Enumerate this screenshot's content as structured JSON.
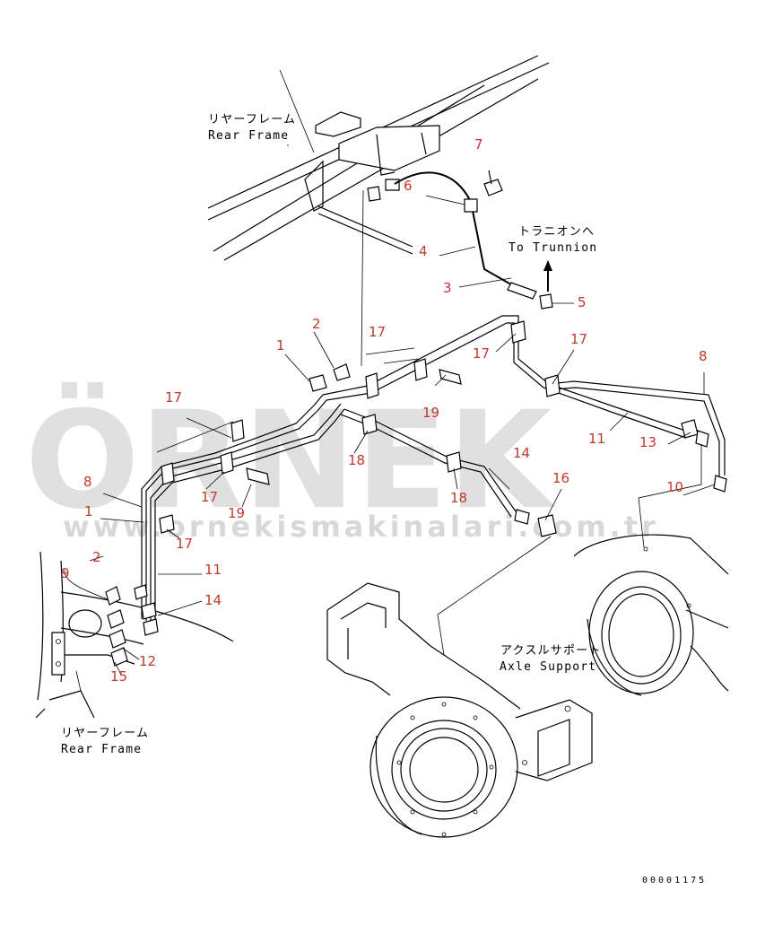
{
  "captions": {
    "rear_frame_top_jp": "リヤーフレーム",
    "rear_frame_top_en": "Rear Frame",
    "trunnion_jp": "トラニオンへ",
    "trunnion_en": "To Trunnion",
    "axle_support_jp": "アクスルサポート",
    "axle_support_en": "Axle Support",
    "rear_frame_bottom_jp": "リヤーフレーム",
    "rear_frame_bottom_en": "Rear Frame"
  },
  "part_labels": {
    "n1a": "1",
    "n1b": "1",
    "n2a": "2",
    "n2b": "2",
    "n3": "3",
    "n4": "4",
    "n5": "5",
    "n6": "6",
    "n7": "7",
    "n8a": "8",
    "n8b": "8",
    "n9": "9",
    "n10": "10",
    "n11a": "11",
    "n11b": "11",
    "n12": "12",
    "n13": "13",
    "n14a": "14",
    "n14b": "14",
    "n15": "15",
    "n16": "16",
    "n17a": "17",
    "n17b": "17",
    "n17c": "17",
    "n17d": "17",
    "n17e": "17",
    "n17f": "17",
    "n18a": "18",
    "n18b": "18",
    "n19a": "19",
    "n19b": "19"
  },
  "drawing_code": "00001175",
  "watermark": {
    "brand": "ÖRNEK",
    "url": "www.ornekismakinalari.com.tr"
  },
  "colors": {
    "label_red": "#c0392b",
    "line_black": "#000000",
    "watermark_gray": "#c8c8c8"
  }
}
